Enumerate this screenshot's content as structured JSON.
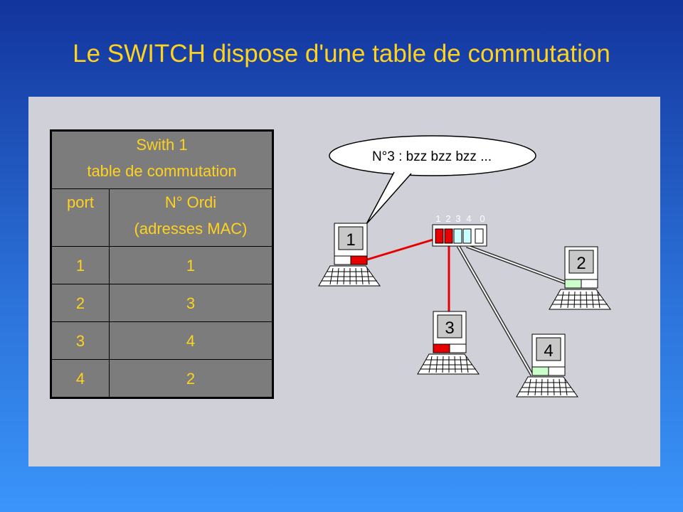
{
  "title": "Le SWITCH dispose d'une table de commutation",
  "table": {
    "caption_line1": "Swith 1",
    "caption_line2": "table de commutation",
    "header_port": "port",
    "header_ordi_line1": "N° Ordi",
    "header_ordi_line2": "(adresses MAC)",
    "rows": [
      {
        "port": "1",
        "ordi": "1"
      },
      {
        "port": "2",
        "ordi": "3"
      },
      {
        "port": "3",
        "ordi": "4"
      },
      {
        "port": "4",
        "ordi": "2"
      }
    ]
  },
  "diagram": {
    "speech": "N°3 : bzz bzz bzz ...",
    "switch_port_labels": [
      "1",
      "2",
      "3",
      "4",
      "0"
    ],
    "computers": [
      "1",
      "2",
      "3",
      "4"
    ]
  },
  "colors": {
    "title": "#ffd21f",
    "active_link": "#e60000",
    "idle_port": "#ccffcc",
    "port_free": "#ccffff"
  }
}
